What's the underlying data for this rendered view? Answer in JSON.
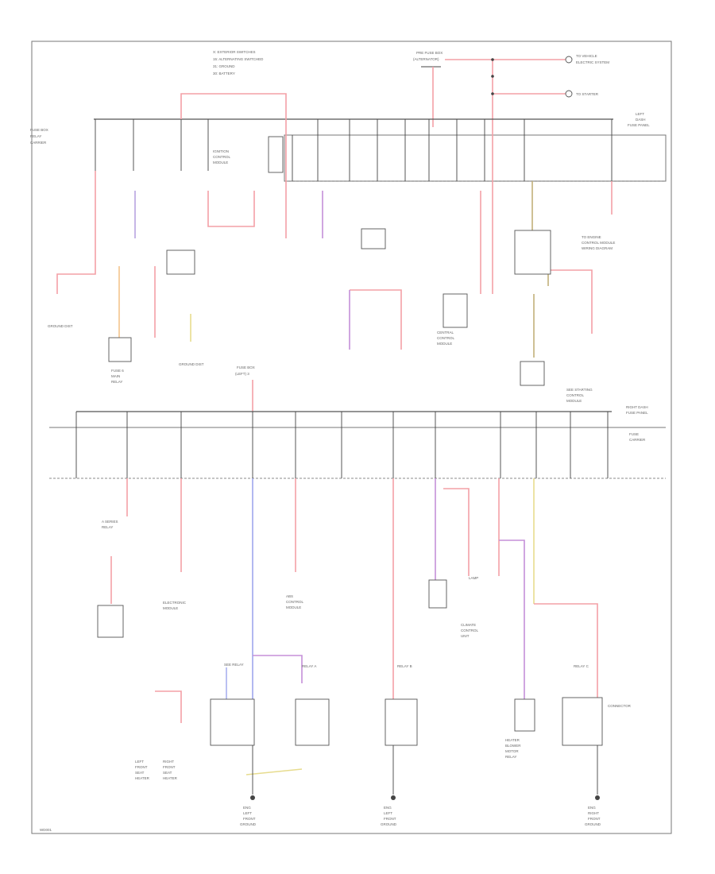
{
  "colors": {
    "red_wire": "#f4a0a6",
    "pink_wire": "#f6b8c0",
    "violet_wire": "#b7a4e0",
    "purple_wire": "#c58fd8",
    "blue_wire": "#a9b0ee",
    "orange_wire": "#f3c48c",
    "yellow_wire": "#e7dc8e",
    "olive_wire": "#c2b07a",
    "frame": "#777777"
  },
  "labels": {
    "legend_1": "X: EXTERIOR SWITCHES",
    "legend_2": "15: ALTERNATING SWITCHED",
    "legend_3": "31: GROUND",
    "legend_4": "30: BATTERY",
    "top_fuse_box_1": "PRE FUSE BOX",
    "top_fuse_box_2": "(ALTERNATOR)",
    "top_right_1": "TO VEHICLE",
    "top_right_2": "ELECTRIC SYSTEM",
    "top_right_3": "TO STARTER",
    "left_fuse_panel_1": "LEFT",
    "left_fuse_panel_2": "DASH",
    "left_fuse_panel_3": "FUSE PANEL",
    "left_group_1": "FUSE BOX",
    "left_group_2": "RELAY",
    "left_group_3": "CARRIER",
    "mid_box_1": "IGNITION",
    "mid_box_2": "CONTROL",
    "mid_box_3": "MODULE",
    "lowbeam_1": "FUSE 6",
    "lowbeam_2": "MAIN",
    "lowbeam_3": "RELAY",
    "central_1": "CENTRAL",
    "central_2": "CONTROL",
    "central_3": "MODULE",
    "star_1": "SEE STARTING",
    "star_2": "CONTROL",
    "star_3": "MODULE",
    "ground_dist": "GROUND DIST",
    "ground_dist2": "GROUND DIST",
    "to_engine_1": "TO ENGINE",
    "to_engine_2": "CONTROL MODULE",
    "to_engine_3": "WIRING DIAGRAM",
    "fuse_box_mid": "FUSE BOX",
    "fuse_box_mid2": "(LEFT) 3",
    "right_dash_1": "RIGHT DASH",
    "right_dash_2": "FUSE PANEL",
    "right_dash_3": "FUSE",
    "right_dash_4": "CARRIER",
    "lower_1": "A SERIES",
    "lower_2": "RELAY",
    "lower_3": "ELECTRONIC",
    "lower_4": "MODULE",
    "lower_5": "ABS",
    "lower_6": "CONTROL",
    "lower_7": "MODULE",
    "lower_8": "CLIMATE",
    "lower_9": "CONTROL",
    "lower_10": "UNIT",
    "relay_a": "SEE RELAY",
    "relay_b": "RELAY A",
    "relay_c": "RELAY B",
    "relay_d": "RELAY C",
    "relay_e": "CONNECTOR",
    "relay_f": "LAMP",
    "g1_1": "ENG",
    "g1_2": "LEFT",
    "g1_3": "FRONT",
    "g1_4": "GROUND",
    "g2_1": "ENG",
    "g2_2": "LEFT",
    "g2_3": "FRONT",
    "g2_4": "GROUND",
    "g3_1": "ENG",
    "g3_2": "RIGHT",
    "g3_3": "FRONT",
    "g3_4": "GROUND",
    "heater_1": "HEATER",
    "heater_2": "BLOWER",
    "heater_3": "MOTOR",
    "heater_4": "RELAY",
    "seat_1": "LEFT",
    "seat_2": "FRONT",
    "seat_3": "SEAT",
    "seat_4": "HEATER",
    "seat_5": "RIGHT",
    "seat_6": "FRONT",
    "seat_7": "SEAT",
    "seat_8": "HEATER",
    "footer": "WD001"
  }
}
